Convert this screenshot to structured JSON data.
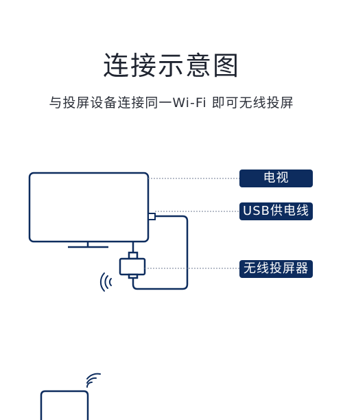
{
  "header": {
    "title": "连接示意图",
    "subtitle": "与投屏设备连接同一Wi-Fi 即可无线投屏"
  },
  "labels": {
    "tv": "电视",
    "usb_power": "USB供电线",
    "wireless_caster": "无线投屏器"
  },
  "colors": {
    "accent": "#0d2c5e",
    "line": "#0d2c5e",
    "leader": "#8a93a6"
  },
  "icons": [
    "tv-icon",
    "wireless-caster-icon",
    "wifi-signal-icon",
    "phone-icon"
  ]
}
